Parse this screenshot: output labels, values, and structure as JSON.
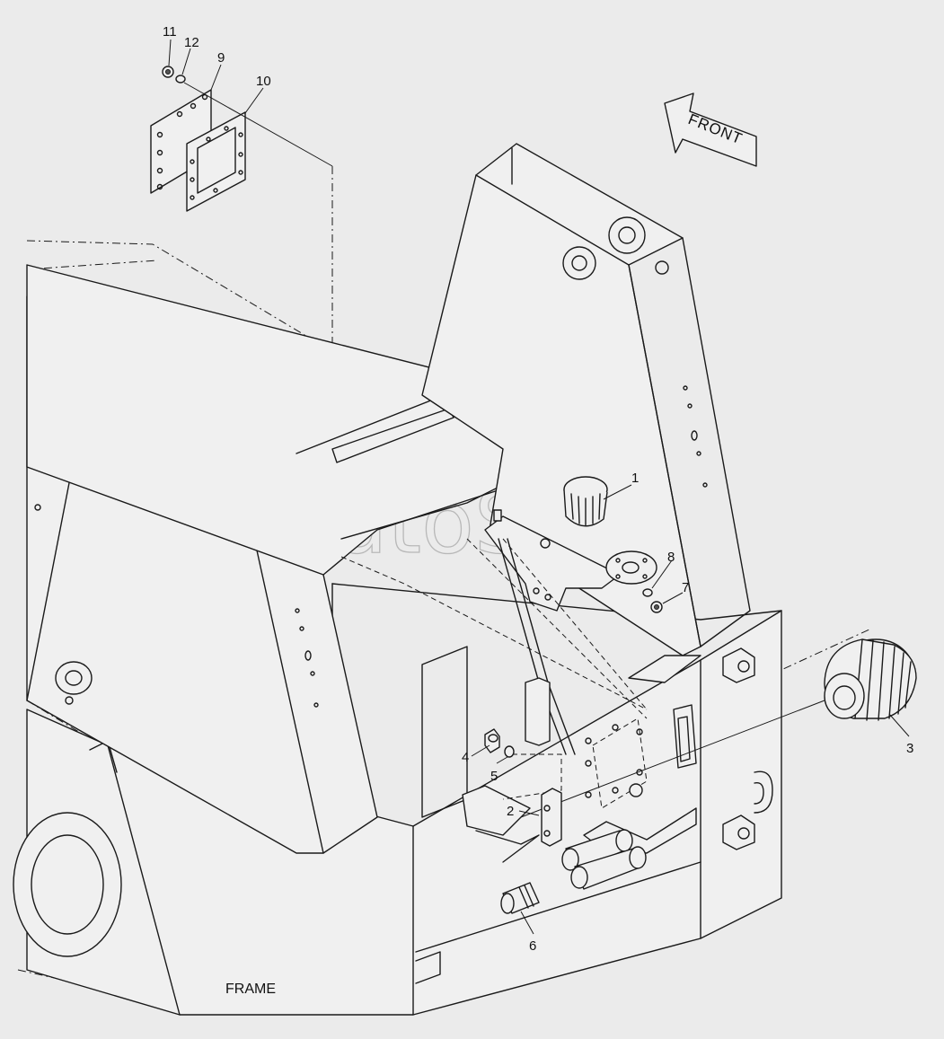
{
  "diagram": {
    "watermark": "AutoSoft",
    "direction_arrow": "FRONT",
    "assembly_label": "FRAME",
    "callouts": [
      "1",
      "2",
      "3",
      "4",
      "5",
      "6",
      "7",
      "8",
      "9",
      "10",
      "11",
      "12"
    ]
  }
}
